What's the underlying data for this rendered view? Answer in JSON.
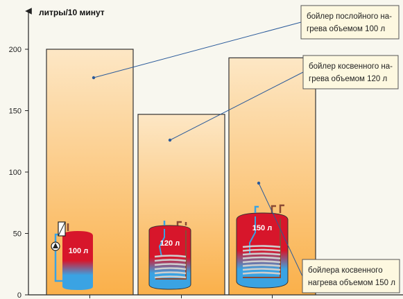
{
  "chart_data": {
    "type": "bar",
    "ylabel": "литры/10 минут",
    "ylim": [
      0,
      240
    ],
    "yticks": [
      0,
      50,
      100,
      150,
      200
    ],
    "grid": false,
    "bars": [
      {
        "value": 200,
        "tank_label": "100 л",
        "callout_lines": [
          "бойлер послойного на-",
          "грева объемом 100 л"
        ]
      },
      {
        "value": 147,
        "tank_label": "120 л",
        "callout_lines": [
          "бойлер косвенного на-",
          "грева объемом 120 л"
        ]
      },
      {
        "value": 193,
        "tank_label": "150 л",
        "callout_lines": [
          "бойлера косвенного",
          "нагрева объемом 150 л"
        ]
      }
    ]
  },
  "colors": {
    "bar_top": "#fde7c5",
    "bar_bottom": "#fab04a",
    "callout_bg": "#fdf8e0",
    "tank_red": "#d7162b",
    "tank_blue": "#3aa3e3",
    "pipe_blue": "#3aa3e3",
    "pipe_brown": "#8a4a34",
    "coil": "#cfcfcf",
    "leader": "#2a5a9a"
  },
  "icons": [
    "pump-icon",
    "mixing-valve-icon",
    "heating-coil-icon"
  ]
}
